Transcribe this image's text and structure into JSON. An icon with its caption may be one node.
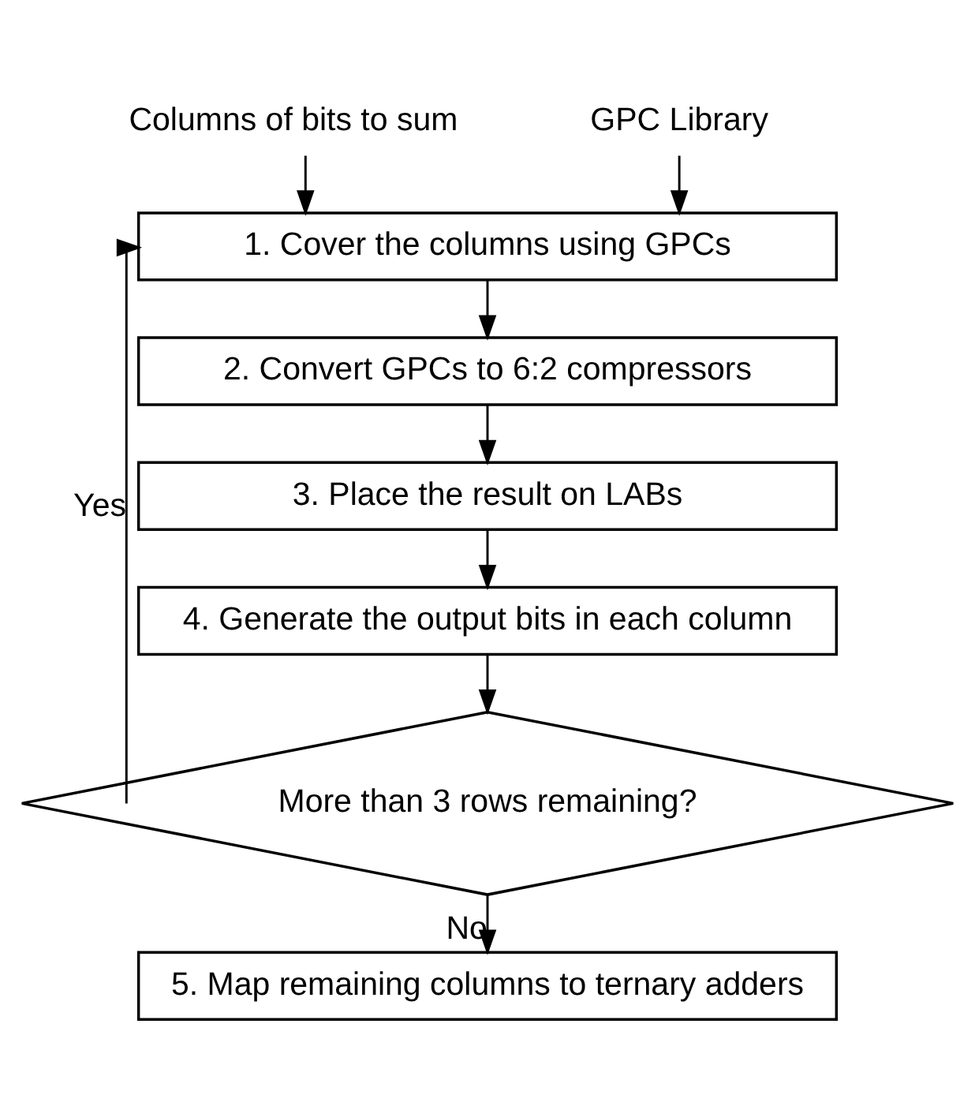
{
  "diagram": {
    "nodes": [
      {
        "text": [
          "Columns of bits to sum"
        ]
      },
      {
        "text": [
          "GPC Library"
        ]
      },
      {
        "text": [
          "1. Cover the columns using GPCs"
        ]
      },
      {
        "text": [
          "2. Convert GPCs to 6:2 compressors"
        ]
      },
      {
        "text": [
          "3. Place the result on LABs"
        ]
      },
      {
        "text": [
          "4. Generate the output bits in each column"
        ]
      },
      {
        "text": [
          "More than 3 rows remaining?"
        ]
      },
      {
        "text": [
          "5. Map remaining columns to ternary adders"
        ]
      }
    ],
    "edges": [
      {
        "from": 0,
        "to": 2,
        "arrow": "to"
      },
      {
        "from": 1,
        "to": 2,
        "arrow": "to"
      },
      {
        "from": 2,
        "to": 3,
        "arrow": "to"
      },
      {
        "from": 3,
        "to": 4,
        "arrow": "to"
      },
      {
        "from": 4,
        "to": 5,
        "arrow": "to"
      },
      {
        "from": 5,
        "to": 6,
        "arrow": "to"
      },
      {
        "from": 6,
        "to": 2,
        "arrow": "to",
        "label": "Yes"
      },
      {
        "from": 6,
        "to": 7,
        "arrow": "to",
        "label": "No"
      }
    ]
  }
}
